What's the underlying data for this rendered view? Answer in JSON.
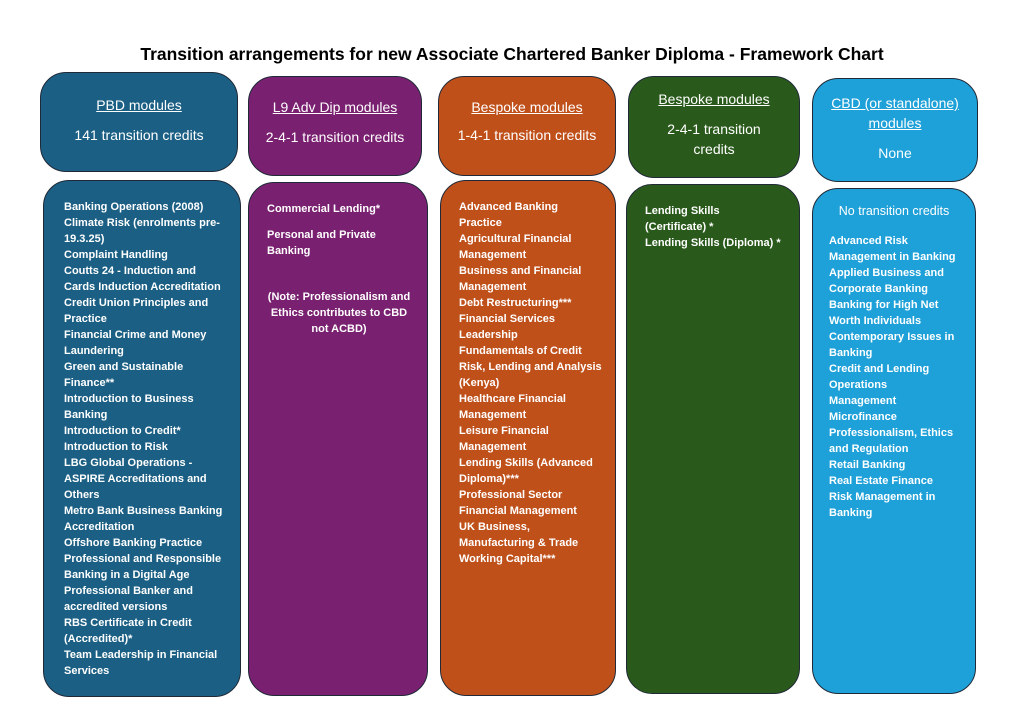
{
  "title": "Transition arrangements for new Associate Chartered Banker Diploma - Framework Chart",
  "colors": {
    "blue": "#1b5f84",
    "purple": "#7a2070",
    "orange": "#c0501a",
    "green": "#2a5a1b",
    "cyan": "#1ea0d8"
  },
  "columns": [
    {
      "header_title": "PBD modules",
      "header_sub": "141 transition credits",
      "lines": [
        "Banking Operations (2008)",
        "Climate Risk (enrolments pre-",
        "19.3.25)",
        "Complaint Handling",
        "Coutts 24 - Induction and",
        "Cards Induction Accreditation",
        "Credit Union Principles and",
        "Practice",
        "Financial Crime and Money",
        "Laundering",
        "Green and Sustainable",
        "Finance**",
        "Introduction to Business",
        "Banking",
        "Introduction to Credit*",
        "Introduction to Risk",
        "LBG Global Operations -",
        "ASPIRE Accreditations and",
        "Others",
        "Metro Bank Business Banking",
        "Accreditation",
        "Offshore Banking Practice",
        "Professional and Responsible",
        "Banking in a Digital Age",
        "Professional Banker and",
        "accredited versions",
        "RBS Certificate in Credit",
        "(Accredited)*",
        "Team Leadership in Financial",
        "Services"
      ]
    },
    {
      "header_title": "L9 Adv Dip modules",
      "header_sub": "2-4-1 transition credits",
      "item1": "Commercial Lending*",
      "item2": [
        "Personal and Private",
        "Banking"
      ],
      "note": [
        "(Note: Professionalism and",
        "Ethics contributes to CBD",
        "not ACBD)"
      ]
    },
    {
      "header_title": "Bespoke modules",
      "header_sub": "1-4-1 transition credits",
      "lines": [
        "Advanced Banking",
        "Practice",
        "Agricultural Financial",
        "Management",
        "Business and Financial",
        "Management",
        "Debt Restructuring***",
        "Financial Services",
        "Leadership",
        "Fundamentals of Credit",
        "Risk, Lending and Analysis",
        "(Kenya)",
        "Healthcare Financial",
        "Management",
        "Leisure Financial",
        "Management",
        "Lending Skills (Advanced",
        "Diploma)***",
        "Professional Sector",
        "Financial Management",
        "UK Business,",
        "Manufacturing & Trade",
        "Working Capital***"
      ]
    },
    {
      "header_title": "Bespoke modules",
      "header_sub1": "2-4-1 transition",
      "header_sub2": "credits",
      "lines": [
        "Lending Skills",
        "(Certificate) *",
        "Lending Skills (Diploma) *"
      ]
    },
    {
      "header_title1": "CBD (or standalone)",
      "header_title2": "modules",
      "header_sub": "None",
      "body_heading": "No transition credits",
      "lines": [
        "Advanced Risk",
        "Management in Banking",
        "Applied Business and",
        "Corporate Banking",
        "Banking for High Net",
        "Worth Individuals",
        "Contemporary Issues in",
        "Banking",
        "Credit and Lending",
        "Operations",
        "Management",
        "Microfinance",
        "Professionalism, Ethics",
        "and Regulation",
        "Retail Banking",
        "Real Estate Finance",
        "Risk Management in",
        "Banking"
      ]
    }
  ]
}
